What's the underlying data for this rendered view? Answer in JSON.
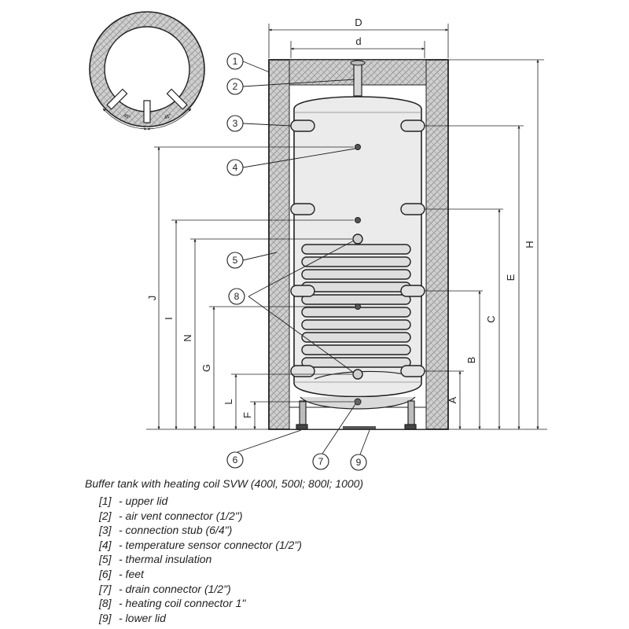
{
  "title": "Buffer tank with heating coil SVW (400l, 500l; 800l; 1000)",
  "dimensions": {
    "D": "D",
    "d": "d",
    "H": "H",
    "E": "E",
    "C": "C",
    "B": "B",
    "A": "A",
    "J": "J",
    "I": "I",
    "N": "N",
    "G": "G",
    "L": "L",
    "F": "F"
  },
  "angle_label": "45°",
  "callouts": [
    "1",
    "2",
    "3",
    "4",
    "5",
    "6",
    "7",
    "8",
    "9"
  ],
  "legend": [
    {
      "num": "[1]",
      "text": "- upper lid"
    },
    {
      "num": "[2]",
      "text": "- air vent connector (1/2\")"
    },
    {
      "num": "[3]",
      "text": "- connection stub (6/4\")"
    },
    {
      "num": "[4]",
      "text": "- temperature sensor connector (1/2\")"
    },
    {
      "num": "[5]",
      "text": "- thermal insulation"
    },
    {
      "num": "[6]",
      "text": "- feet"
    },
    {
      "num": "[7]",
      "text": "- drain connector (1/2\")"
    },
    {
      "num": "[8]",
      "text": "- heating coil connector 1\""
    },
    {
      "num": "[9]",
      "text": "- lower lid"
    }
  ],
  "colors": {
    "line": "#222222",
    "insulation": "#cfcfcf",
    "tank": "#e8e8e8"
  }
}
